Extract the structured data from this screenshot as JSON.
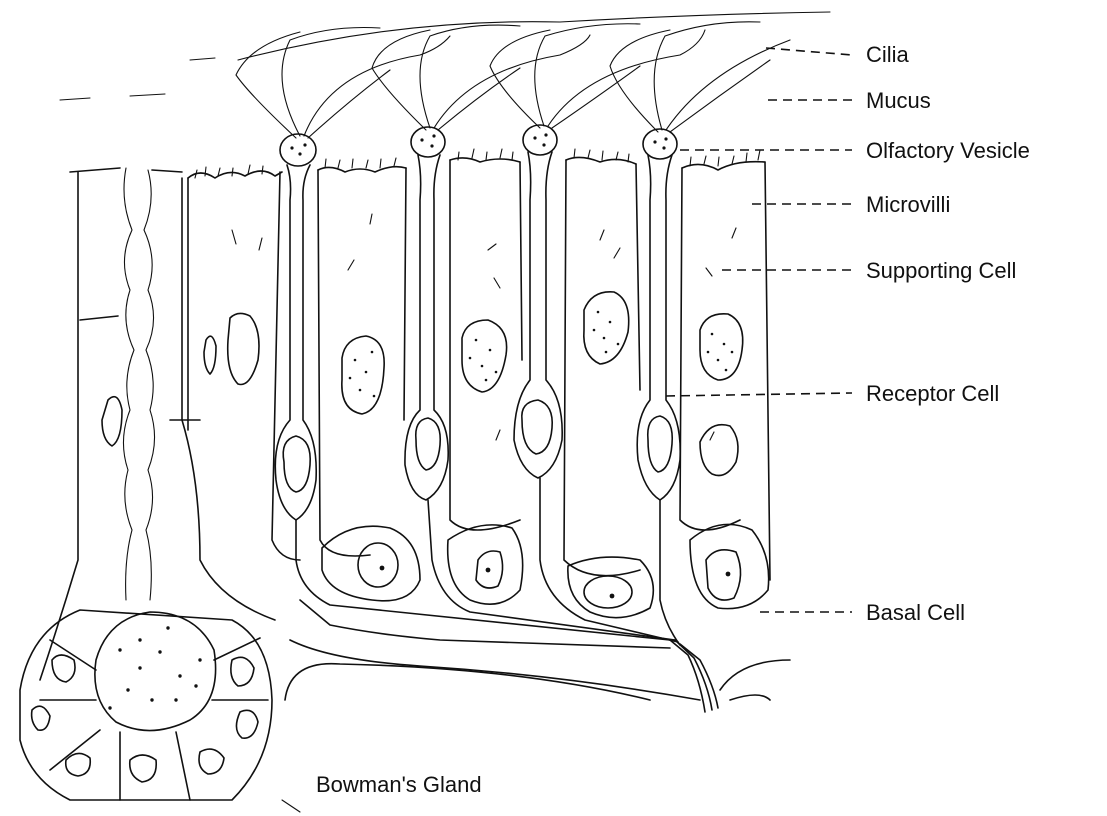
{
  "labels": {
    "cilia": "Cilia",
    "mucus": "Mucus",
    "olfactory_vesicle": "Olfactory Vesicle",
    "microvilli": "Microvilli",
    "supporting_cell": "Supporting Cell",
    "receptor_cell": "Receptor Cell",
    "basal_cell": "Basal Cell",
    "bowmans_gland": "Bowman's Gland"
  },
  "colors": {
    "ink": "#111111",
    "background": "#ffffff"
  }
}
